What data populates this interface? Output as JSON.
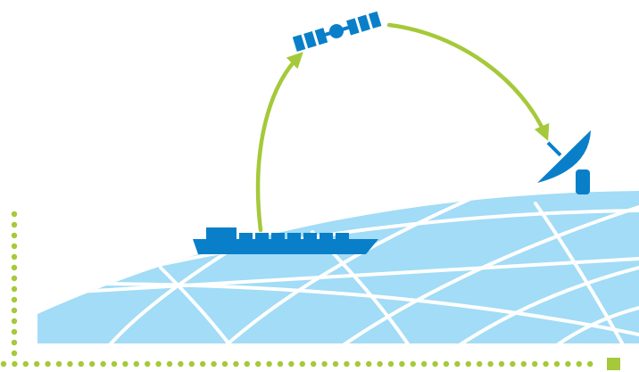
{
  "colors": {
    "background": "#ffffff",
    "earth": "#a2dcf6",
    "grid_lines": "#ffffff",
    "icon_blue": "#0a7fc9",
    "arrow": "#a5c93a",
    "dotted_border": "#a5c93a"
  },
  "elements": {
    "ship": {
      "icon": "ship-icon"
    },
    "satellite": {
      "icon": "satellite-icon"
    },
    "dish": {
      "icon": "satellite-dish-icon"
    },
    "uplink": {
      "from": "ship",
      "to": "satellite"
    },
    "downlink": {
      "from": "satellite",
      "to": "dish"
    }
  }
}
